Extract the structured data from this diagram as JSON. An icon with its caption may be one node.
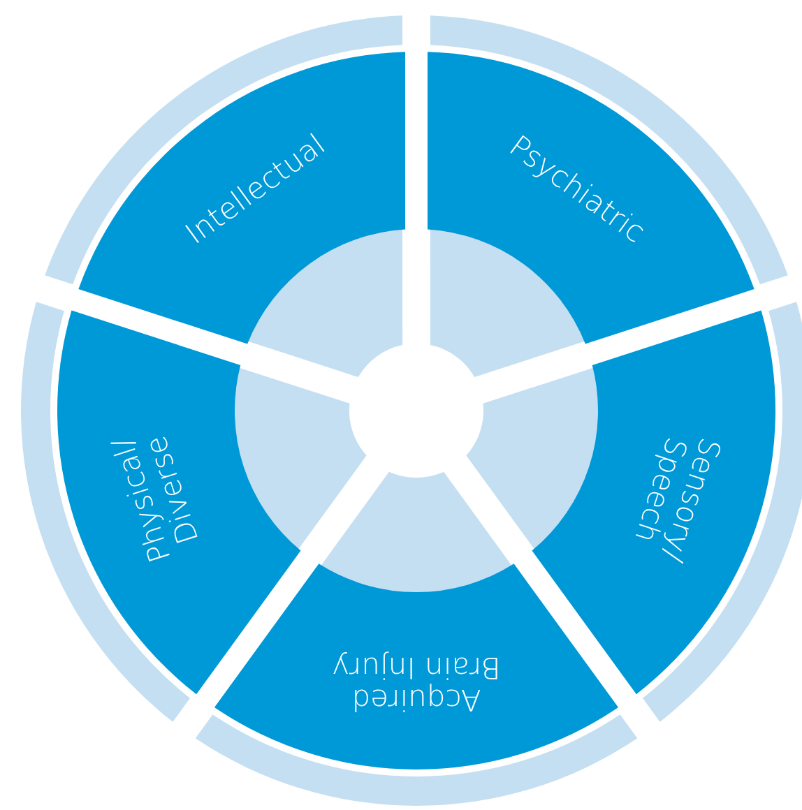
{
  "diagram": {
    "nodes": [
      {
        "text": [
          "Intellectual"
        ]
      },
      {
        "text": [
          "Psychiatric"
        ]
      },
      {
        "text": [
          "Sensory/ Speech"
        ]
      },
      {
        "text": [
          "Acquired Brain Injury"
        ]
      },
      {
        "text": [
          "Physical/ Diverse"
        ]
      }
    ]
  }
}
